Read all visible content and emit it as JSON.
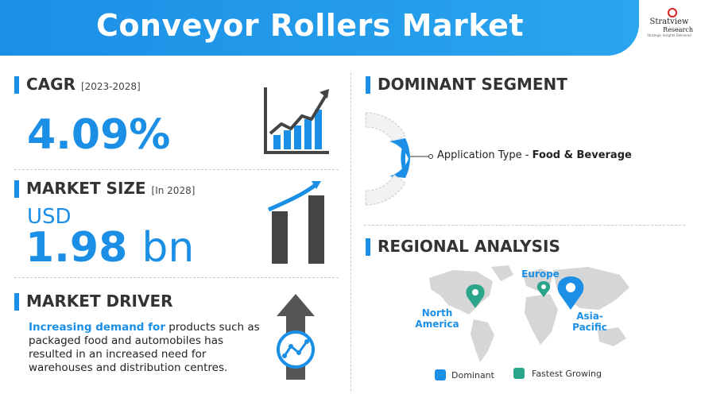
{
  "header": {
    "title": "Conveyor Rollers Market",
    "logo_name": "Stratview",
    "logo_name2": "Research",
    "logo_tagline": "Strategic Insights Delivered"
  },
  "cagr": {
    "label": "CAGR",
    "period": "[2023-2028]",
    "value": "4.09%"
  },
  "market_size": {
    "label": "MARKET SIZE",
    "period": "[In 2028]",
    "currency": "USD",
    "value": "1.98",
    "unit": "bn"
  },
  "market_driver": {
    "label": "MARKET DRIVER",
    "highlight": "Increasing demand for",
    "text": " products such as packaged food and automobiles has resulted in an increased need for warehouses and distribution centres."
  },
  "dominant_segment": {
    "label": "DOMINANT SEGMENT",
    "prefix": "Application Type - ",
    "value": "Food & Beverage"
  },
  "regional_analysis": {
    "label": "REGIONAL ANALYSIS",
    "regions": {
      "north_america": "North America",
      "europe": "Europe",
      "asia_pacific": "Asia-Pacific"
    },
    "legend": {
      "dominant": "Dominant",
      "fastest_growing": "Fastest Growing"
    }
  },
  "colors": {
    "primary": "#1b8fe6",
    "teal": "#2aa58a",
    "dark": "#444444"
  }
}
